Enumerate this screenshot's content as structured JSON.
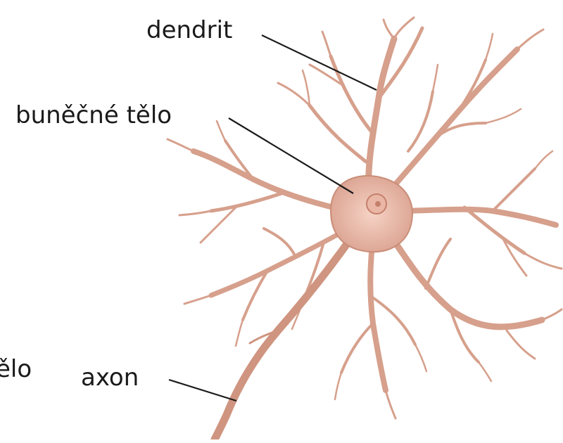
{
  "labels": {
    "dendrite": "dendrit",
    "cell_body": "buněčné tělo",
    "axon": "axon",
    "cut_off_left": "ělo"
  },
  "colors": {
    "neuron_fill": "#d9a08e",
    "neuron_stroke": "#b87a66",
    "soma": "#f0c2b2",
    "nucleus": "#e3a693",
    "leader_line": "#1a1a1a",
    "text": "#1a1a1a"
  }
}
